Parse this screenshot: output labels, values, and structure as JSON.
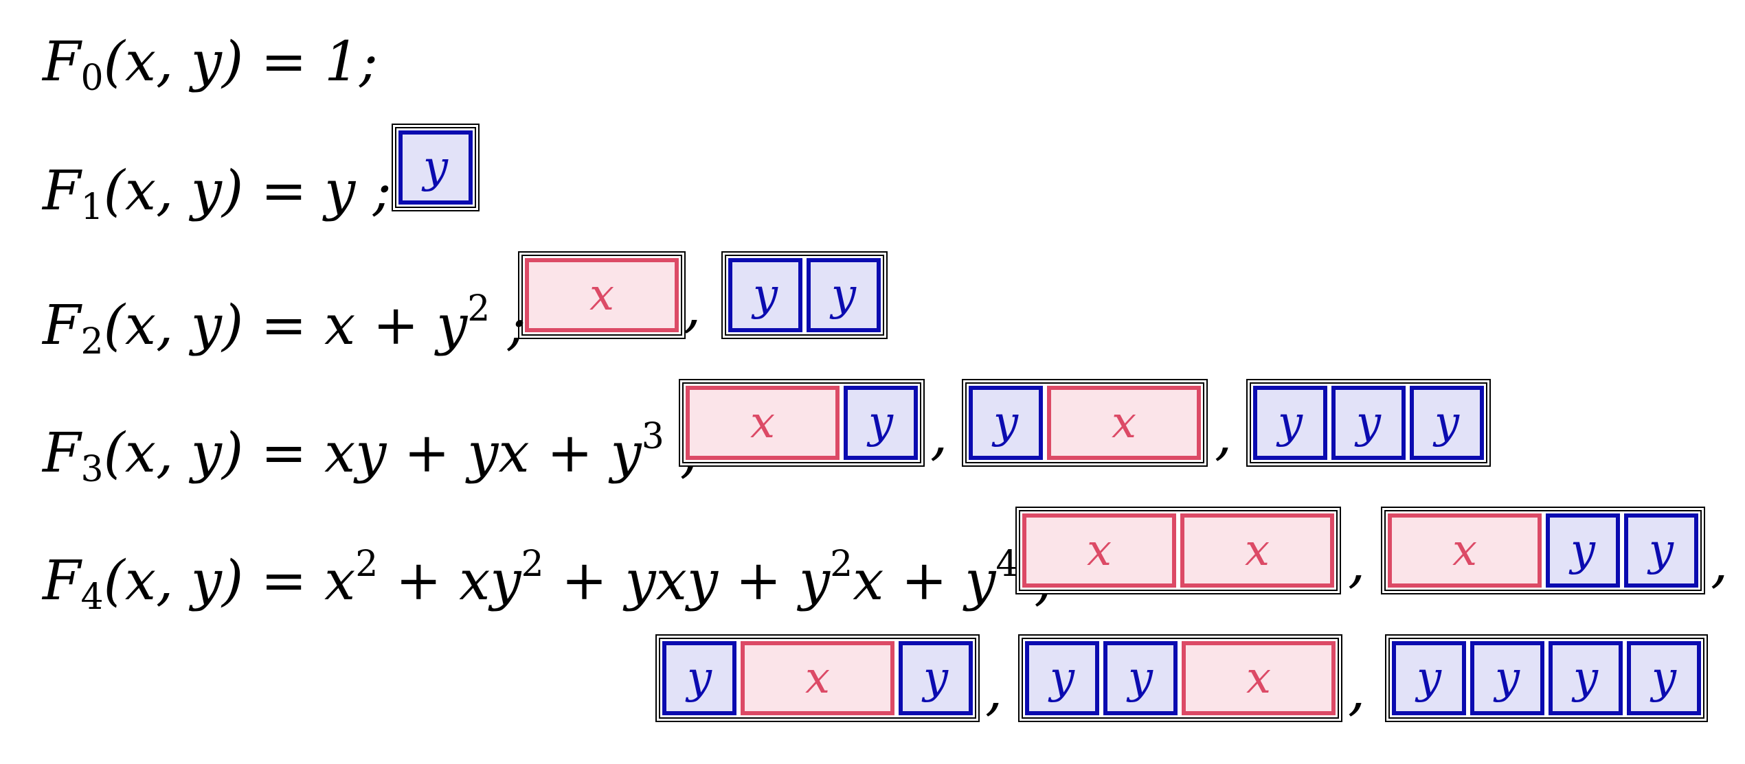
{
  "colors": {
    "x_fill": "#fbe4e9",
    "x_border": "#dc4a66",
    "x_text": "#dc4a66",
    "y_fill": "#e2e2f8",
    "y_border": "#0b0bb0",
    "y_text": "#0b0bb0",
    "frame": "#000000"
  },
  "equations": [
    {
      "F": "F",
      "sub": "0",
      "lhs_rest": "(x, y) = 1;",
      "tilings": []
    },
    {
      "F": "F",
      "sub": "1",
      "lhs_rest": "(x, y) = y ;",
      "tilings": [
        [
          "y"
        ]
      ]
    },
    {
      "F": "F",
      "sub": "2",
      "lhs_rest": "(x, y) = x + y",
      "sup": "2",
      "tail": " ;",
      "tilings": [
        [
          "x"
        ],
        [
          "y",
          "y"
        ]
      ]
    },
    {
      "F": "F",
      "sub": "3",
      "lhs_rest": "(x, y) = xy + yx + y",
      "sup": "3",
      "tail": " ;",
      "tilings": [
        [
          "x",
          "y"
        ],
        [
          "y",
          "x"
        ],
        [
          "y",
          "y",
          "y"
        ]
      ]
    },
    {
      "F": "F",
      "sub": "4",
      "lhs_rest": "(x, y) = x",
      "sup": "2",
      "rest2": " + xy",
      "sup2": "2",
      "rest3": " + yxy + y",
      "sup3": "2",
      "rest4": "x + y",
      "sup4": "4",
      "tail": " ;",
      "tilings": [
        [
          "x",
          "x"
        ],
        [
          "x",
          "y",
          "y"
        ],
        [
          "y",
          "x",
          "y"
        ],
        [
          "y",
          "y",
          "x"
        ],
        [
          "y",
          "y",
          "y",
          "y"
        ]
      ]
    }
  ],
  "separator": ","
}
